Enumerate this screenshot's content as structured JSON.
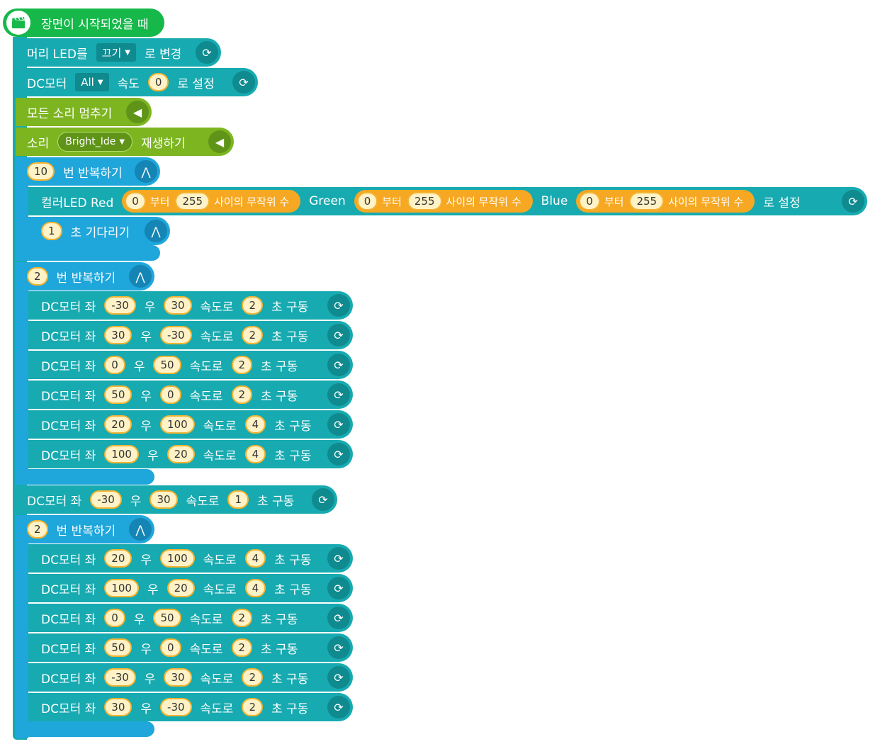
{
  "colors": {
    "start": "#16b84a",
    "hardware": "#17aab0",
    "sound": "#7cb520",
    "flow": "#1fa6db",
    "number_fill": "#fff2c7",
    "number_border": "#f3b432",
    "random": "#f7a823"
  },
  "hat": {
    "label": "장면이 시작되었을 때",
    "icon": "clapperboard-icon"
  },
  "head_led": {
    "label": "머리 LED를",
    "value": "끄기",
    "suffix": "로 변경",
    "icon": "hardware-icon"
  },
  "dc_speed": {
    "label": "DC모터",
    "value": "All",
    "speed_label": "속도",
    "speed": "0",
    "suffix": "로 설정",
    "icon": "hardware-icon"
  },
  "stop_sound": {
    "label": "모든 소리 멈추기",
    "icon": "speaker-icon"
  },
  "play_sound": {
    "label": "소리",
    "value": "Bright_Ide",
    "suffix": "재생하기",
    "icon": "speaker-icon"
  },
  "loop1": {
    "count": "10",
    "label": "번 반복하기",
    "icon": "flow-icon"
  },
  "color_led": {
    "label": "컬러LED Red",
    "green_label": "Green",
    "blue_label": "Blue",
    "suffix": "로 설정",
    "from": "0",
    "from_label": "부터",
    "to": "255",
    "random_label": "사이의 무작위 수",
    "icon": "hardware-icon"
  },
  "wait": {
    "value": "1",
    "label": "초 기다리기",
    "icon": "flow-icon"
  },
  "motor_labels": {
    "prefix": "DC모터 좌",
    "right": "우",
    "speed": "속도로",
    "drive": "초 구동"
  },
  "loop2": {
    "count": "2",
    "label": "번 반복하기",
    "icon": "flow-icon"
  },
  "loop2_motors": [
    {
      "left": "-30",
      "right": "30",
      "time": "2"
    },
    {
      "left": "30",
      "right": "-30",
      "time": "2"
    },
    {
      "left": "0",
      "right": "50",
      "time": "2"
    },
    {
      "left": "50",
      "right": "0",
      "time": "2"
    },
    {
      "left": "20",
      "right": "100",
      "time": "4"
    },
    {
      "left": "100",
      "right": "20",
      "time": "4"
    }
  ],
  "single_motor": {
    "left": "-30",
    "right": "30",
    "time": "1"
  },
  "loop3": {
    "count": "2",
    "label": "번 반복하기",
    "icon": "flow-icon"
  },
  "loop3_motors": [
    {
      "left": "20",
      "right": "100",
      "time": "4"
    },
    {
      "left": "100",
      "right": "20",
      "time": "4"
    },
    {
      "left": "0",
      "right": "50",
      "time": "2"
    },
    {
      "left": "50",
      "right": "0",
      "time": "2"
    },
    {
      "left": "-30",
      "right": "30",
      "time": "2"
    },
    {
      "left": "30",
      "right": "-30",
      "time": "2"
    }
  ]
}
